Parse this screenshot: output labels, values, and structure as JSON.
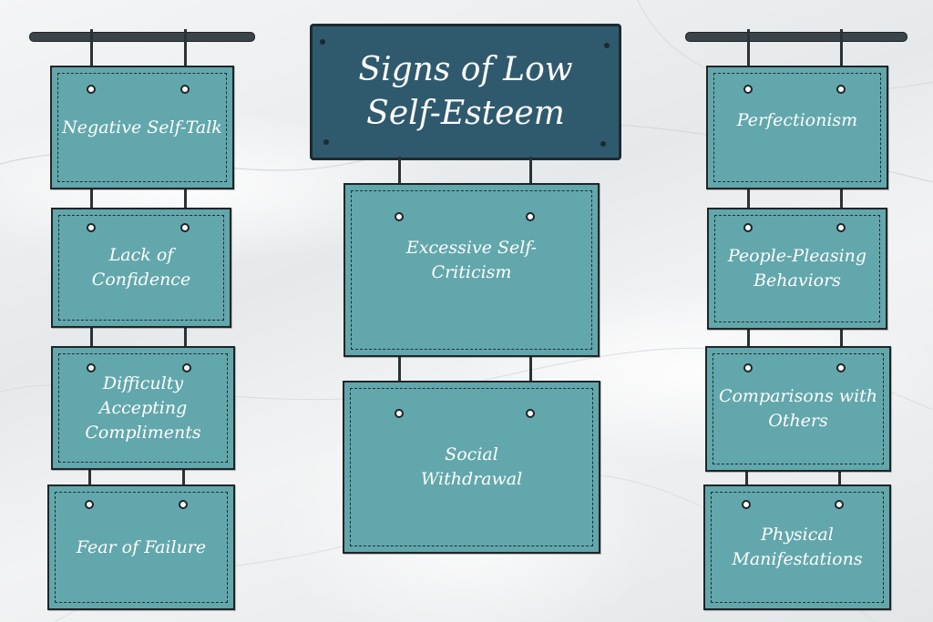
{
  "title": "Signs of Low Self-Esteem",
  "left_column": [
    {
      "label": "Negative Self-Talk"
    },
    {
      "label": "Lack of Confidence"
    },
    {
      "label": "Difficulty Accepting Compliments"
    },
    {
      "label": "Fear of Failure"
    }
  ],
  "center_column": [
    {
      "label": "Excessive Self-Criticism"
    },
    {
      "label": "Social Withdrawal"
    }
  ],
  "right_column": [
    {
      "label": "Perfectionism"
    },
    {
      "label": "People-Pleasing Behaviors"
    },
    {
      "label": "Comparisons with Others"
    },
    {
      "label": "Physical Manifestations"
    }
  ],
  "colors": {
    "card_fill": "#62a7ac",
    "title_board": "#2f5a6e",
    "outline": "#1f2527",
    "text": "#ffffff"
  }
}
